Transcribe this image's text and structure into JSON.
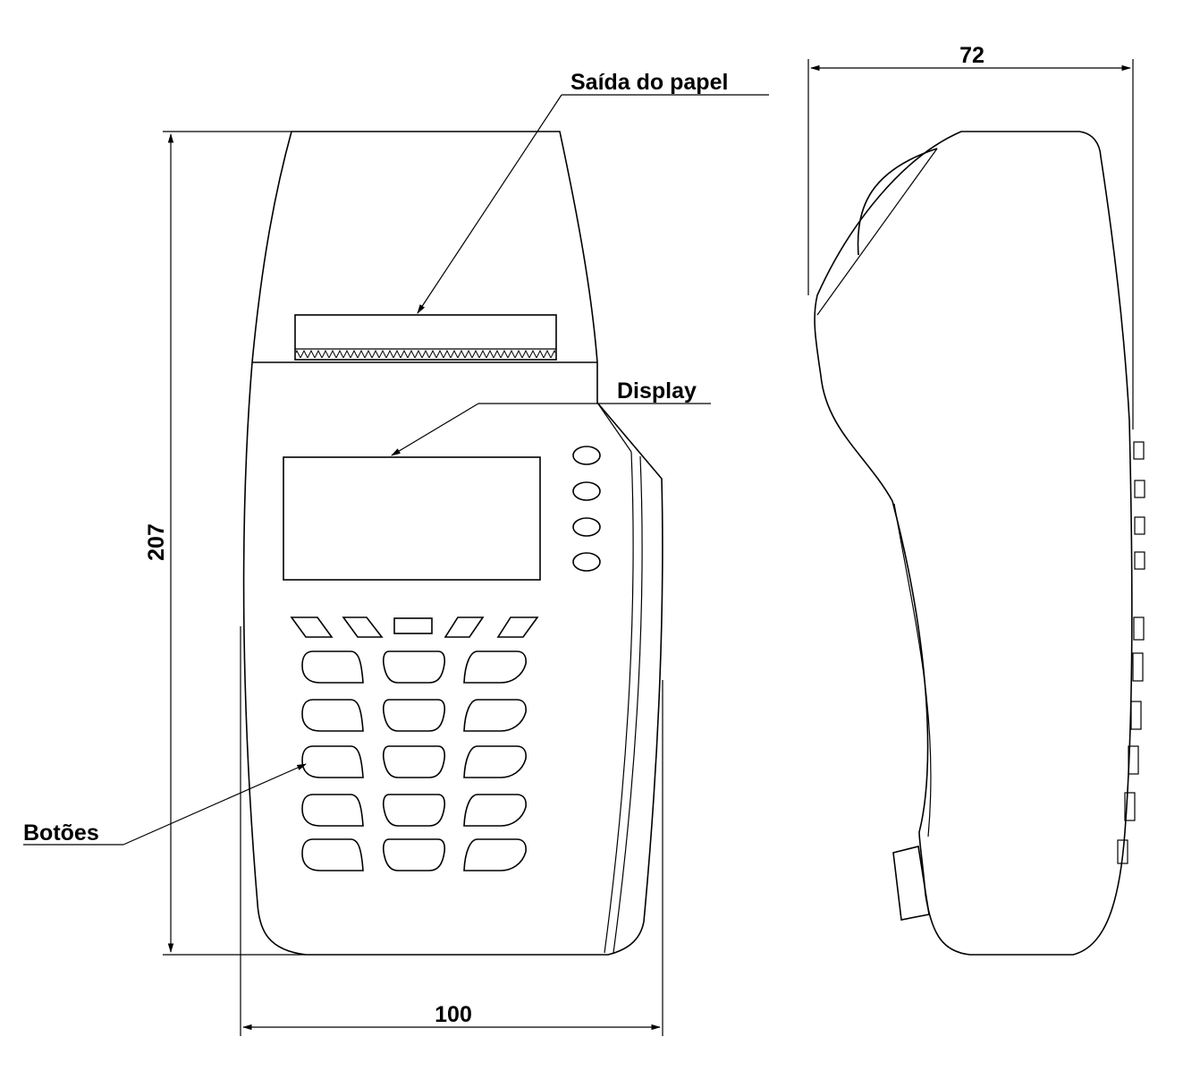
{
  "labels": {
    "paper_exit": "Saída do papel",
    "display": "Display",
    "buttons": "Botões"
  },
  "dimensions": {
    "height": "207",
    "width_front": "100",
    "depth_side": "72"
  }
}
